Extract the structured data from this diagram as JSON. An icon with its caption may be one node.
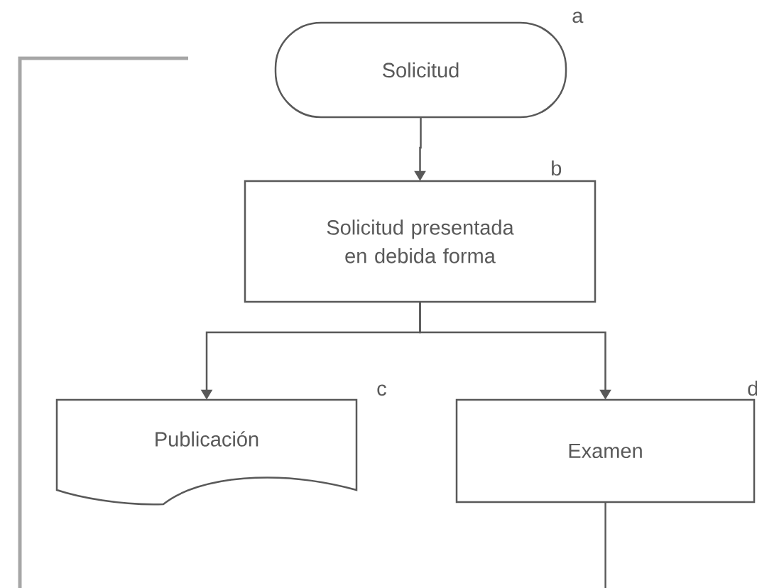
{
  "diagram": {
    "nodes": [
      {
        "text": [
          "Solicitud"
        ],
        "beside": [
          "a"
        ]
      },
      {
        "text": [
          "Solicitud presentada en debida forma"
        ],
        "beside": [
          "b"
        ]
      },
      {
        "text": [
          "Publicación"
        ],
        "beside": [
          "c"
        ]
      },
      {
        "text": [
          "Examen"
        ],
        "beside": [
          "d"
        ]
      }
    ],
    "edges": [
      {
        "from": 0,
        "to": 1,
        "arrow": "to"
      },
      {
        "from": 1,
        "to": 2,
        "arrow": "to"
      },
      {
        "from": 1,
        "to": 3,
        "arrow": "to"
      },
      {
        "from": 3,
        "to": null,
        "arrow": "none"
      }
    ]
  }
}
